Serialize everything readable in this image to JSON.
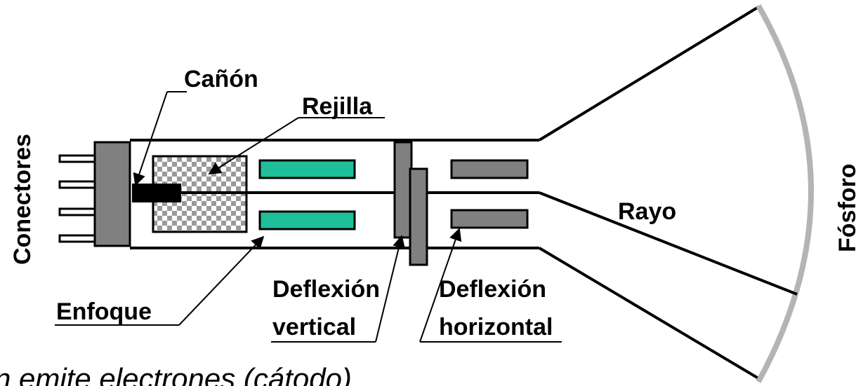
{
  "labels": {
    "canon": "Cañón",
    "rejilla": "Rejilla",
    "conectores": "Conectores",
    "fosforo": "Fósforo",
    "rayo": "Rayo",
    "enfoque": "Enfoque",
    "deflexion_vertical_1": "Deflexión",
    "deflexion_vertical_2": "vertical",
    "deflexion_horizontal_1": "Deflexión",
    "deflexion_horizontal_2": "horizontal"
  },
  "caption": "n emite electrones (cátodo)",
  "colors": {
    "focus_plates": "#1fbf9a",
    "deflection_plates": "#808080",
    "connector_block": "#808080",
    "screen": "#b4b4b4",
    "grid_pattern_a": "#9a9a9a",
    "grid_pattern_b": "#ffffff"
  }
}
